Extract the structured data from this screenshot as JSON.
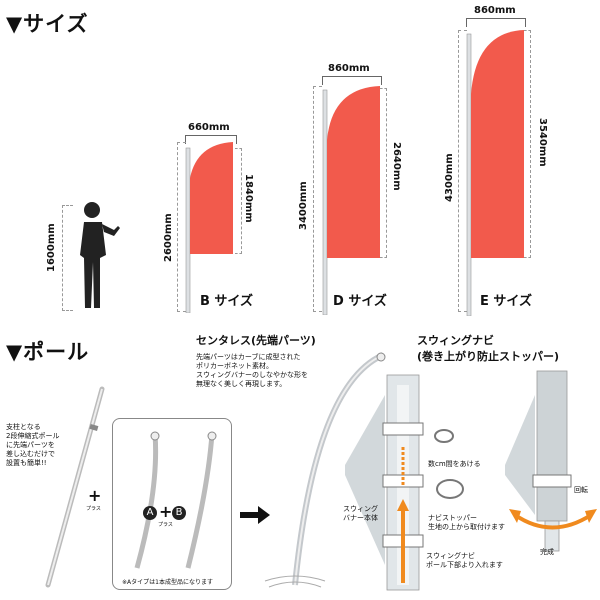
{
  "size_section": {
    "heading": "▼サイズ",
    "person_height": "1600mm",
    "b": {
      "width": "660mm",
      "pole_height": "2600mm",
      "flag_height": "1840mm",
      "label": "B サイズ"
    },
    "d": {
      "width": "860mm",
      "pole_height": "3400mm",
      "flag_height": "2640mm",
      "label": "D サイズ"
    },
    "e": {
      "width": "860mm",
      "pole_height": "4300mm",
      "flag_height": "3540mm",
      "label": "E サイズ"
    }
  },
  "pole_section": {
    "heading": "▼ポール",
    "pole_note": "支柱となる\n2段伸縮式ポール\nに先端パーツを\n差し込むだけで\n設置も簡単!!",
    "plus": "+",
    "plus_caption": "プラス",
    "ab_a": "A",
    "ab_b": "B",
    "ab_caption": "プラス",
    "a_type_note": "※Aタイプは1本成型品になります",
    "centerless_title": "センタレス(先端パーツ)",
    "centerless_desc": "先端パーツはカーブに成型された\nポリカーボネット素材。\nスウィングバナーのしなやかな形を\n無理なく美しく再現します。",
    "swing_title": "スウィングナビ\n(巻き上がり防止ストッパー)",
    "gap_note": "数cm間をあける",
    "swing_banner_label": "スウィング\nバナー本体",
    "navi_stopper_label": "ナビストッパー\n生地の上から取付けます",
    "swing_navi_label": "スウィングナビ\nポール下部より入れます",
    "rotation_label": "回転",
    "done_label": "完成"
  },
  "colors": {
    "flag": "#f25a4c",
    "arrow": "#f08a1e",
    "pole": "#dde0e3"
  }
}
